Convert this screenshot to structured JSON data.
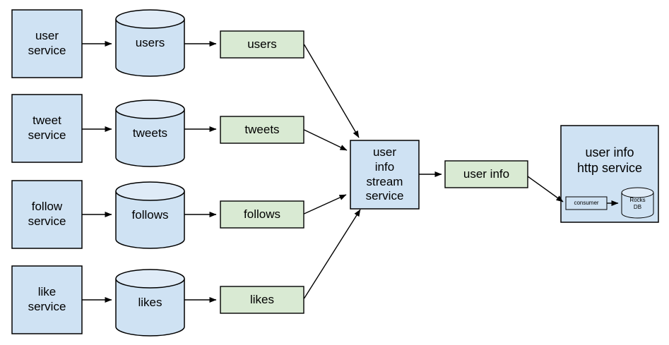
{
  "diagram": {
    "colors": {
      "background": "#ffffff",
      "node_blue": "#cfe2f3",
      "node_green": "#d9ead3",
      "cylinder_top": "#dfebf7",
      "border": "#000000",
      "arrow": "#000000"
    },
    "services": [
      {
        "label": "user\nservice"
      },
      {
        "label": "tweet\nservice"
      },
      {
        "label": "follow\nservice"
      },
      {
        "label": "like\nservice"
      }
    ],
    "databases": [
      {
        "label": "users"
      },
      {
        "label": "tweets"
      },
      {
        "label": "follows"
      },
      {
        "label": "likes"
      }
    ],
    "topics": [
      {
        "label": "users"
      },
      {
        "label": "tweets"
      },
      {
        "label": "follows"
      },
      {
        "label": "likes"
      }
    ],
    "stream_service": {
      "label": "user\ninfo\nstream\nservice"
    },
    "output_topic": {
      "label": "user info"
    },
    "http_service": {
      "title": "user info\nhttp service",
      "consumer_label": "consumer",
      "db_label": "Rocks\nDB"
    }
  }
}
